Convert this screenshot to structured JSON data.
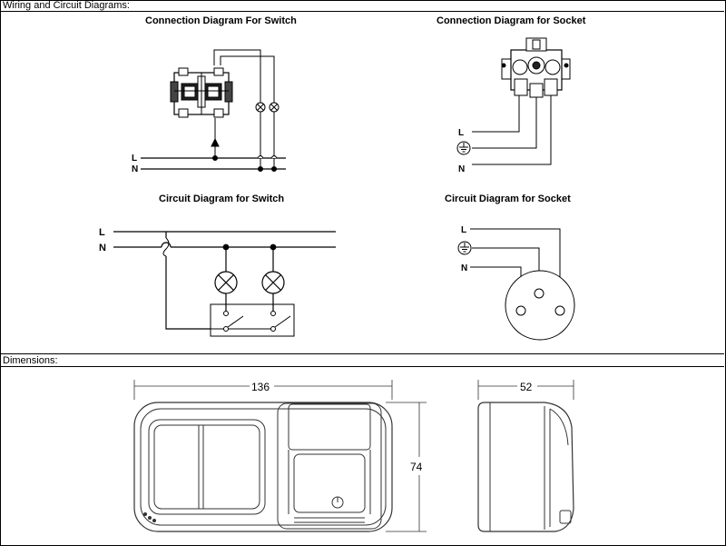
{
  "sections": {
    "wiring_header": "Wiring and Circuit Diagrams:",
    "dimensions_header": "Dimensions:"
  },
  "diagrams": {
    "switch_connection_title": "Connection Diagram For Switch",
    "socket_connection_title": "Connection Diagram for Socket",
    "switch_circuit_title": "Circuit Diagram for Switch",
    "socket_circuit_title": "Circuit Diagram for Socket"
  },
  "labels": {
    "L": "L",
    "N": "N"
  },
  "dimensions": {
    "width": "136",
    "height": "74",
    "depth": "52"
  }
}
